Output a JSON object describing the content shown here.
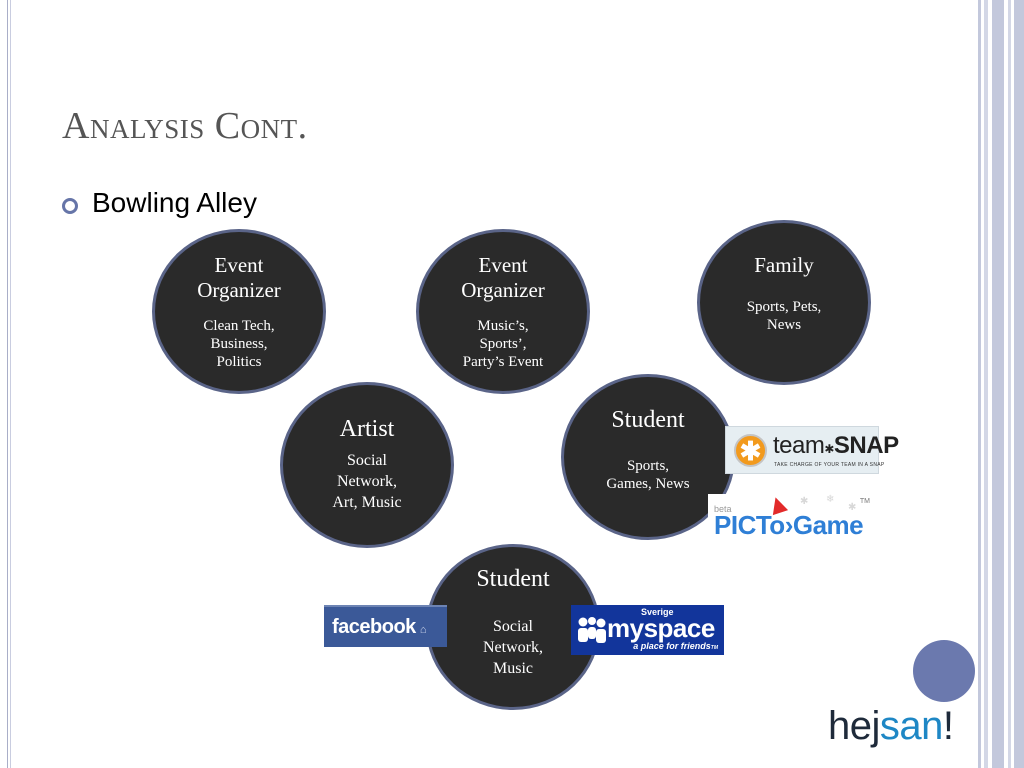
{
  "slide": {
    "title": "Analysis Cont.",
    "bullet": "Bowling Alley"
  },
  "circles": [
    {
      "title_lines": [
        "Event",
        "Organizer"
      ],
      "sub_lines": [
        "Clean Tech,",
        "Business,",
        "Politics"
      ]
    },
    {
      "title_lines": [
        "Event",
        "Organizer"
      ],
      "sub_lines": [
        "Music’s,",
        "Sports’,",
        "Party’s Event"
      ]
    },
    {
      "title_lines": [
        "Family"
      ],
      "sub_lines": [
        "Sports, Pets,",
        "News"
      ]
    },
    {
      "title_lines": [
        "Artist"
      ],
      "sub_lines": [
        "Social",
        "Network,",
        "Art, Music"
      ]
    },
    {
      "title_lines": [
        "Student"
      ],
      "sub_lines": [
        "Sports,",
        "Games, News"
      ]
    },
    {
      "title_lines": [
        "Student"
      ],
      "sub_lines": [
        "Social",
        "Network,",
        "Music"
      ]
    }
  ],
  "logos": {
    "facebook": {
      "text": "facebook",
      "icon": "home-icon"
    },
    "myspace": {
      "country": "Sverige",
      "name": "myspace",
      "tagline": "a place for friends",
      "tm": "TM"
    },
    "teamsnap": {
      "word1": "team",
      "word2": "SNAP",
      "tagline": "TAKE CHARGE OF YOUR TEAM IN A SNAP"
    },
    "pictogame": {
      "beta": "beta",
      "word1": "PICTo",
      "word2": "Game",
      "tm": "TM"
    },
    "hejsan": {
      "part1": "hej",
      "part2": "san",
      "part3": "!"
    }
  },
  "colors": {
    "circle_fill": "#2a2a2a",
    "circle_border": "#5a6488",
    "accent": "#6b79ae",
    "title": "#555555"
  }
}
